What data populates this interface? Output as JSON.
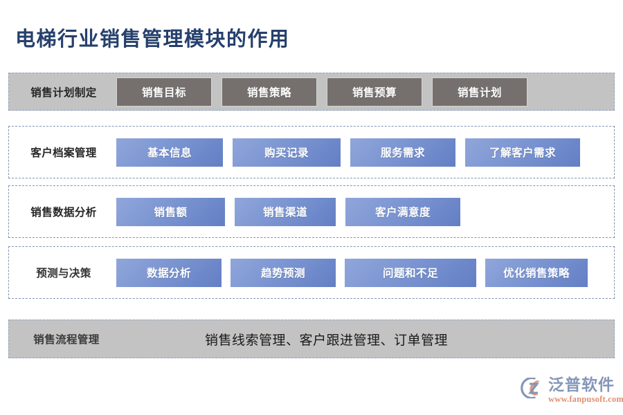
{
  "page": {
    "title": "电梯行业销售管理模块的作用",
    "title_color": "#26406c",
    "background": "#ffffff"
  },
  "watermark": {
    "text": "泛普软件",
    "icon": "fanpu-logo-icon"
  },
  "colors": {
    "gray_row_fill": "#c3c3c3",
    "gray_chip_fill": "#75706e",
    "blue_chip_fill": "#7e97d3",
    "dashed_border": "#8094b5",
    "title": "#26406c",
    "logo_name": "#8496b8",
    "logo_url": "#e09070"
  },
  "rows": [
    {
      "label": "销售计划制定",
      "style": "gray",
      "chips": [
        {
          "label": "销售目标",
          "style": "gray"
        },
        {
          "label": "销售策略",
          "style": "gray"
        },
        {
          "label": "销售预算",
          "style": "gray"
        },
        {
          "label": "销售计划",
          "style": "gray"
        }
      ]
    },
    {
      "label": "客户档案管理",
      "style": "white",
      "chips": [
        {
          "label": "基本信息",
          "style": "blue"
        },
        {
          "label": "购买记录",
          "style": "blue"
        },
        {
          "label": "服务需求",
          "style": "blue"
        },
        {
          "label": "了解客户需求",
          "style": "blue"
        }
      ]
    },
    {
      "label": "销售数据分析",
      "style": "white",
      "chips": [
        {
          "label": "销售额",
          "style": "blue"
        },
        {
          "label": "销售渠道",
          "style": "blue"
        },
        {
          "label": "客户满意度",
          "style": "blue"
        }
      ]
    },
    {
      "label": "预测与决策",
      "style": "white",
      "chips": [
        {
          "label": "数据分析",
          "style": "blue"
        },
        {
          "label": "趋势预测",
          "style": "blue"
        },
        {
          "label": "问题和不足",
          "style": "blue"
        },
        {
          "label": "优化销售策略",
          "style": "blue"
        }
      ]
    },
    {
      "label": "销售流程管理",
      "style": "gray",
      "text": "销售线索管理、客户跟进管理、订单管理",
      "chips": []
    }
  ],
  "logo": {
    "name": "泛普软件",
    "url": "www.fanpusoft.com",
    "icon": "fanpu-logo-icon"
  }
}
